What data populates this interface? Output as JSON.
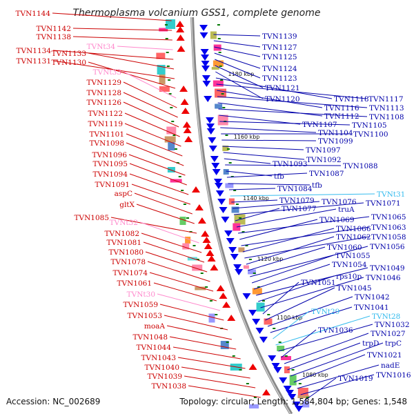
{
  "title": "Thermoplasma volcanium GSS1, complete genome",
  "footer": {
    "accession": "Accession: NC_002689",
    "summary": "Topology: circular; Length: 1,584,804 bp; Genes: 1,548"
  },
  "colors": {
    "forward_label": "#cc0000",
    "reverse_label": "#0000aa",
    "trna_forward": "#ff88cc",
    "trna_reverse": "#33bbee",
    "forward_arrow": "#ee0000",
    "reverse_arrow": "#0000ee",
    "backbone": "#888888",
    "scale_tick": "#007700"
  },
  "scale_labels": [
    "1180 kbp",
    "1160 kbp",
    "1140 kbp",
    "1120 kbp",
    "1100 kbp",
    "1080 kbp"
  ],
  "forward_genes": [
    {
      "name": "TVN1144",
      "kind": "gene"
    },
    {
      "name": "TVN1142",
      "kind": "gene"
    },
    {
      "name": "TVN1138",
      "kind": "gene"
    },
    {
      "name": "TVNt34",
      "kind": "trna"
    },
    {
      "name": "TVN1134",
      "kind": "gene"
    },
    {
      "name": "TVN1133",
      "kind": "gene"
    },
    {
      "name": "TVN1131",
      "kind": "gene"
    },
    {
      "name": "TVN1130",
      "kind": "gene"
    },
    {
      "name": "TVNt33",
      "kind": "trna"
    },
    {
      "name": "TVN1129",
      "kind": "gene"
    },
    {
      "name": "TVN1128",
      "kind": "gene"
    },
    {
      "name": "TVN1126",
      "kind": "gene"
    },
    {
      "name": "TVN1122",
      "kind": "gene"
    },
    {
      "name": "TVN1119",
      "kind": "gene"
    },
    {
      "name": "TVN1101",
      "kind": "gene"
    },
    {
      "name": "TVN1098",
      "kind": "gene"
    },
    {
      "name": "TVN1096",
      "kind": "gene"
    },
    {
      "name": "TVN1095",
      "kind": "gene"
    },
    {
      "name": "TVN1094",
      "kind": "gene"
    },
    {
      "name": "TVN1091",
      "kind": "gene"
    },
    {
      "name": "aspC",
      "kind": "gene"
    },
    {
      "name": "gltX",
      "kind": "gene"
    },
    {
      "name": "TVN1085",
      "kind": "gene"
    },
    {
      "name": "TVNt32",
      "kind": "trna"
    },
    {
      "name": "TVN1082",
      "kind": "gene"
    },
    {
      "name": "TVN1081",
      "kind": "gene"
    },
    {
      "name": "TVN1080",
      "kind": "gene"
    },
    {
      "name": "TVN1078",
      "kind": "gene"
    },
    {
      "name": "TVN1074",
      "kind": "gene"
    },
    {
      "name": "TVN1061",
      "kind": "gene"
    },
    {
      "name": "TVNt30",
      "kind": "trna"
    },
    {
      "name": "TVN1059",
      "kind": "gene"
    },
    {
      "name": "TVN1053",
      "kind": "gene"
    },
    {
      "name": "moaA",
      "kind": "gene"
    },
    {
      "name": "TVN1048",
      "kind": "gene"
    },
    {
      "name": "TVN1044",
      "kind": "gene"
    },
    {
      "name": "TVN1043",
      "kind": "gene"
    },
    {
      "name": "TVN1040",
      "kind": "gene"
    },
    {
      "name": "TVN1039",
      "kind": "gene"
    },
    {
      "name": "TVN1038",
      "kind": "gene"
    }
  ],
  "reverse_genes": [
    {
      "name": "TVN1139",
      "kind": "gene"
    },
    {
      "name": "TVN1127",
      "kind": "gene"
    },
    {
      "name": "TVN1125",
      "kind": "gene"
    },
    {
      "name": "TVN1124",
      "kind": "gene"
    },
    {
      "name": "TVN1123",
      "kind": "gene"
    },
    {
      "name": "TVN1121",
      "kind": "gene"
    },
    {
      "name": "TVN1120",
      "kind": "gene"
    },
    {
      "name": "TVN1118",
      "kind": "gene"
    },
    {
      "name": "TVN1117",
      "kind": "gene"
    },
    {
      "name": "TVN1116",
      "kind": "gene"
    },
    {
      "name": "TVN1113",
      "kind": "gene"
    },
    {
      "name": "TVN1112",
      "kind": "gene"
    },
    {
      "name": "TVN1108",
      "kind": "gene"
    },
    {
      "name": "TVN1107",
      "kind": "gene"
    },
    {
      "name": "TVN1105",
      "kind": "gene"
    },
    {
      "name": "TVN1104",
      "kind": "gene"
    },
    {
      "name": "TVN1100",
      "kind": "gene"
    },
    {
      "name": "TVN1099",
      "kind": "gene"
    },
    {
      "name": "TVN1097",
      "kind": "gene"
    },
    {
      "name": "TVN1092",
      "kind": "gene"
    },
    {
      "name": "TVN1093",
      "kind": "gene"
    },
    {
      "name": "TVN1088",
      "kind": "gene"
    },
    {
      "name": "tfb",
      "kind": "gene"
    },
    {
      "name": "TVN1087",
      "kind": "gene"
    },
    {
      "name": "tfb",
      "kind": "gene"
    },
    {
      "name": "TVN1084",
      "kind": "gene"
    },
    {
      "name": "TVNt31",
      "kind": "trna"
    },
    {
      "name": "TVN1079",
      "kind": "gene"
    },
    {
      "name": "TVN1076",
      "kind": "gene"
    },
    {
      "name": "TVN1071",
      "kind": "gene"
    },
    {
      "name": "TVN1077",
      "kind": "gene"
    },
    {
      "name": "truA",
      "kind": "gene"
    },
    {
      "name": "TVN1065",
      "kind": "gene"
    },
    {
      "name": "TVN1069",
      "kind": "gene"
    },
    {
      "name": "TVN1063",
      "kind": "gene"
    },
    {
      "name": "TVN1066",
      "kind": "gene"
    },
    {
      "name": "TVN1058",
      "kind": "gene"
    },
    {
      "name": "TVN1062",
      "kind": "gene"
    },
    {
      "name": "TVN1060",
      "kind": "gene"
    },
    {
      "name": "TVN1056",
      "kind": "gene"
    },
    {
      "name": "TVN1055",
      "kind": "gene"
    },
    {
      "name": "TVN1054",
      "kind": "gene"
    },
    {
      "name": "TVN1049",
      "kind": "gene"
    },
    {
      "name": "rps10p",
      "kind": "gene"
    },
    {
      "name": "TVN1046",
      "kind": "gene"
    },
    {
      "name": "TVN1051",
      "kind": "gene"
    },
    {
      "name": "TVN1045",
      "kind": "gene"
    },
    {
      "name": "TVN1042",
      "kind": "gene"
    },
    {
      "name": "TVN1041",
      "kind": "gene"
    },
    {
      "name": "TVNt29",
      "kind": "trna"
    },
    {
      "name": "TVNt28",
      "kind": "trna"
    },
    {
      "name": "TVN1032",
      "kind": "gene"
    },
    {
      "name": "TVN1036",
      "kind": "gene"
    },
    {
      "name": "TVN1027",
      "kind": "gene"
    },
    {
      "name": "trpD",
      "kind": "gene"
    },
    {
      "name": "trpC",
      "kind": "gene"
    },
    {
      "name": "TVN1021",
      "kind": "gene"
    },
    {
      "name": "nadE",
      "kind": "gene"
    },
    {
      "name": "TVN1016",
      "kind": "gene"
    },
    {
      "name": "TVN1019",
      "kind": "gene"
    }
  ]
}
